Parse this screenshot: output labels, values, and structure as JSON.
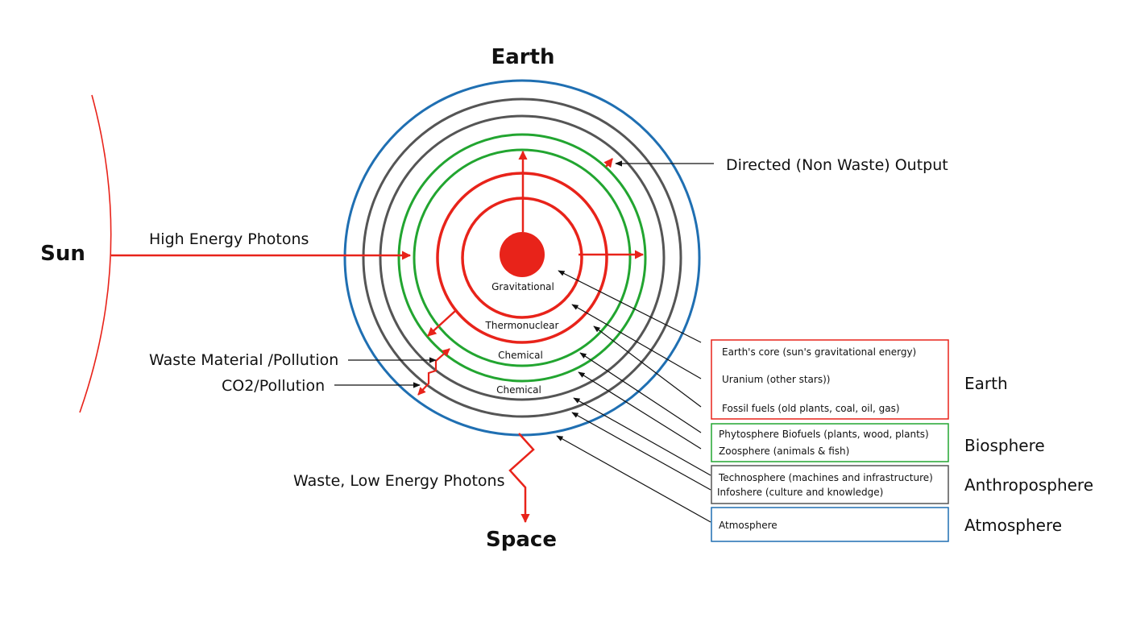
{
  "title_top": "Earth",
  "title_bottom": "Space",
  "sun_label": "Sun",
  "arrows": {
    "incoming": "High Energy Photons",
    "directed_output": "Directed (Non Waste) Output",
    "waste_material": "Waste Material /Pollution",
    "co2": "CO2/Pollution",
    "waste_photons": "Waste, Low Energy Photons"
  },
  "ring_labels": [
    "Gravitational",
    "Thermonuclear",
    "Chemical",
    "Chemical"
  ],
  "legend": {
    "earth_box": [
      "Earth's core (sun's gravitational energy)",
      "Uranium (other stars))",
      "Fossil fuels (old plants, coal, oil, gas)"
    ],
    "bio_box": [
      "Phytosphere Biofuels (plants, wood, plants)",
      "Zoosphere (animals & fish)"
    ],
    "anthro_box": [
      "Technosphere (machines and infrastructure)",
      "Infoshere (culture and knowledge)"
    ],
    "atmo_box": [
      "Atmosphere"
    ]
  },
  "categories": {
    "earth": "Earth",
    "biosphere": "Biosphere",
    "anthroposphere": "Anthroposphere",
    "atmosphere": "Atmosphere"
  },
  "colors": {
    "red": "#e8231a",
    "green": "#22a530",
    "gray": "#555555",
    "blue": "#1f6fb2",
    "black": "#111111"
  }
}
